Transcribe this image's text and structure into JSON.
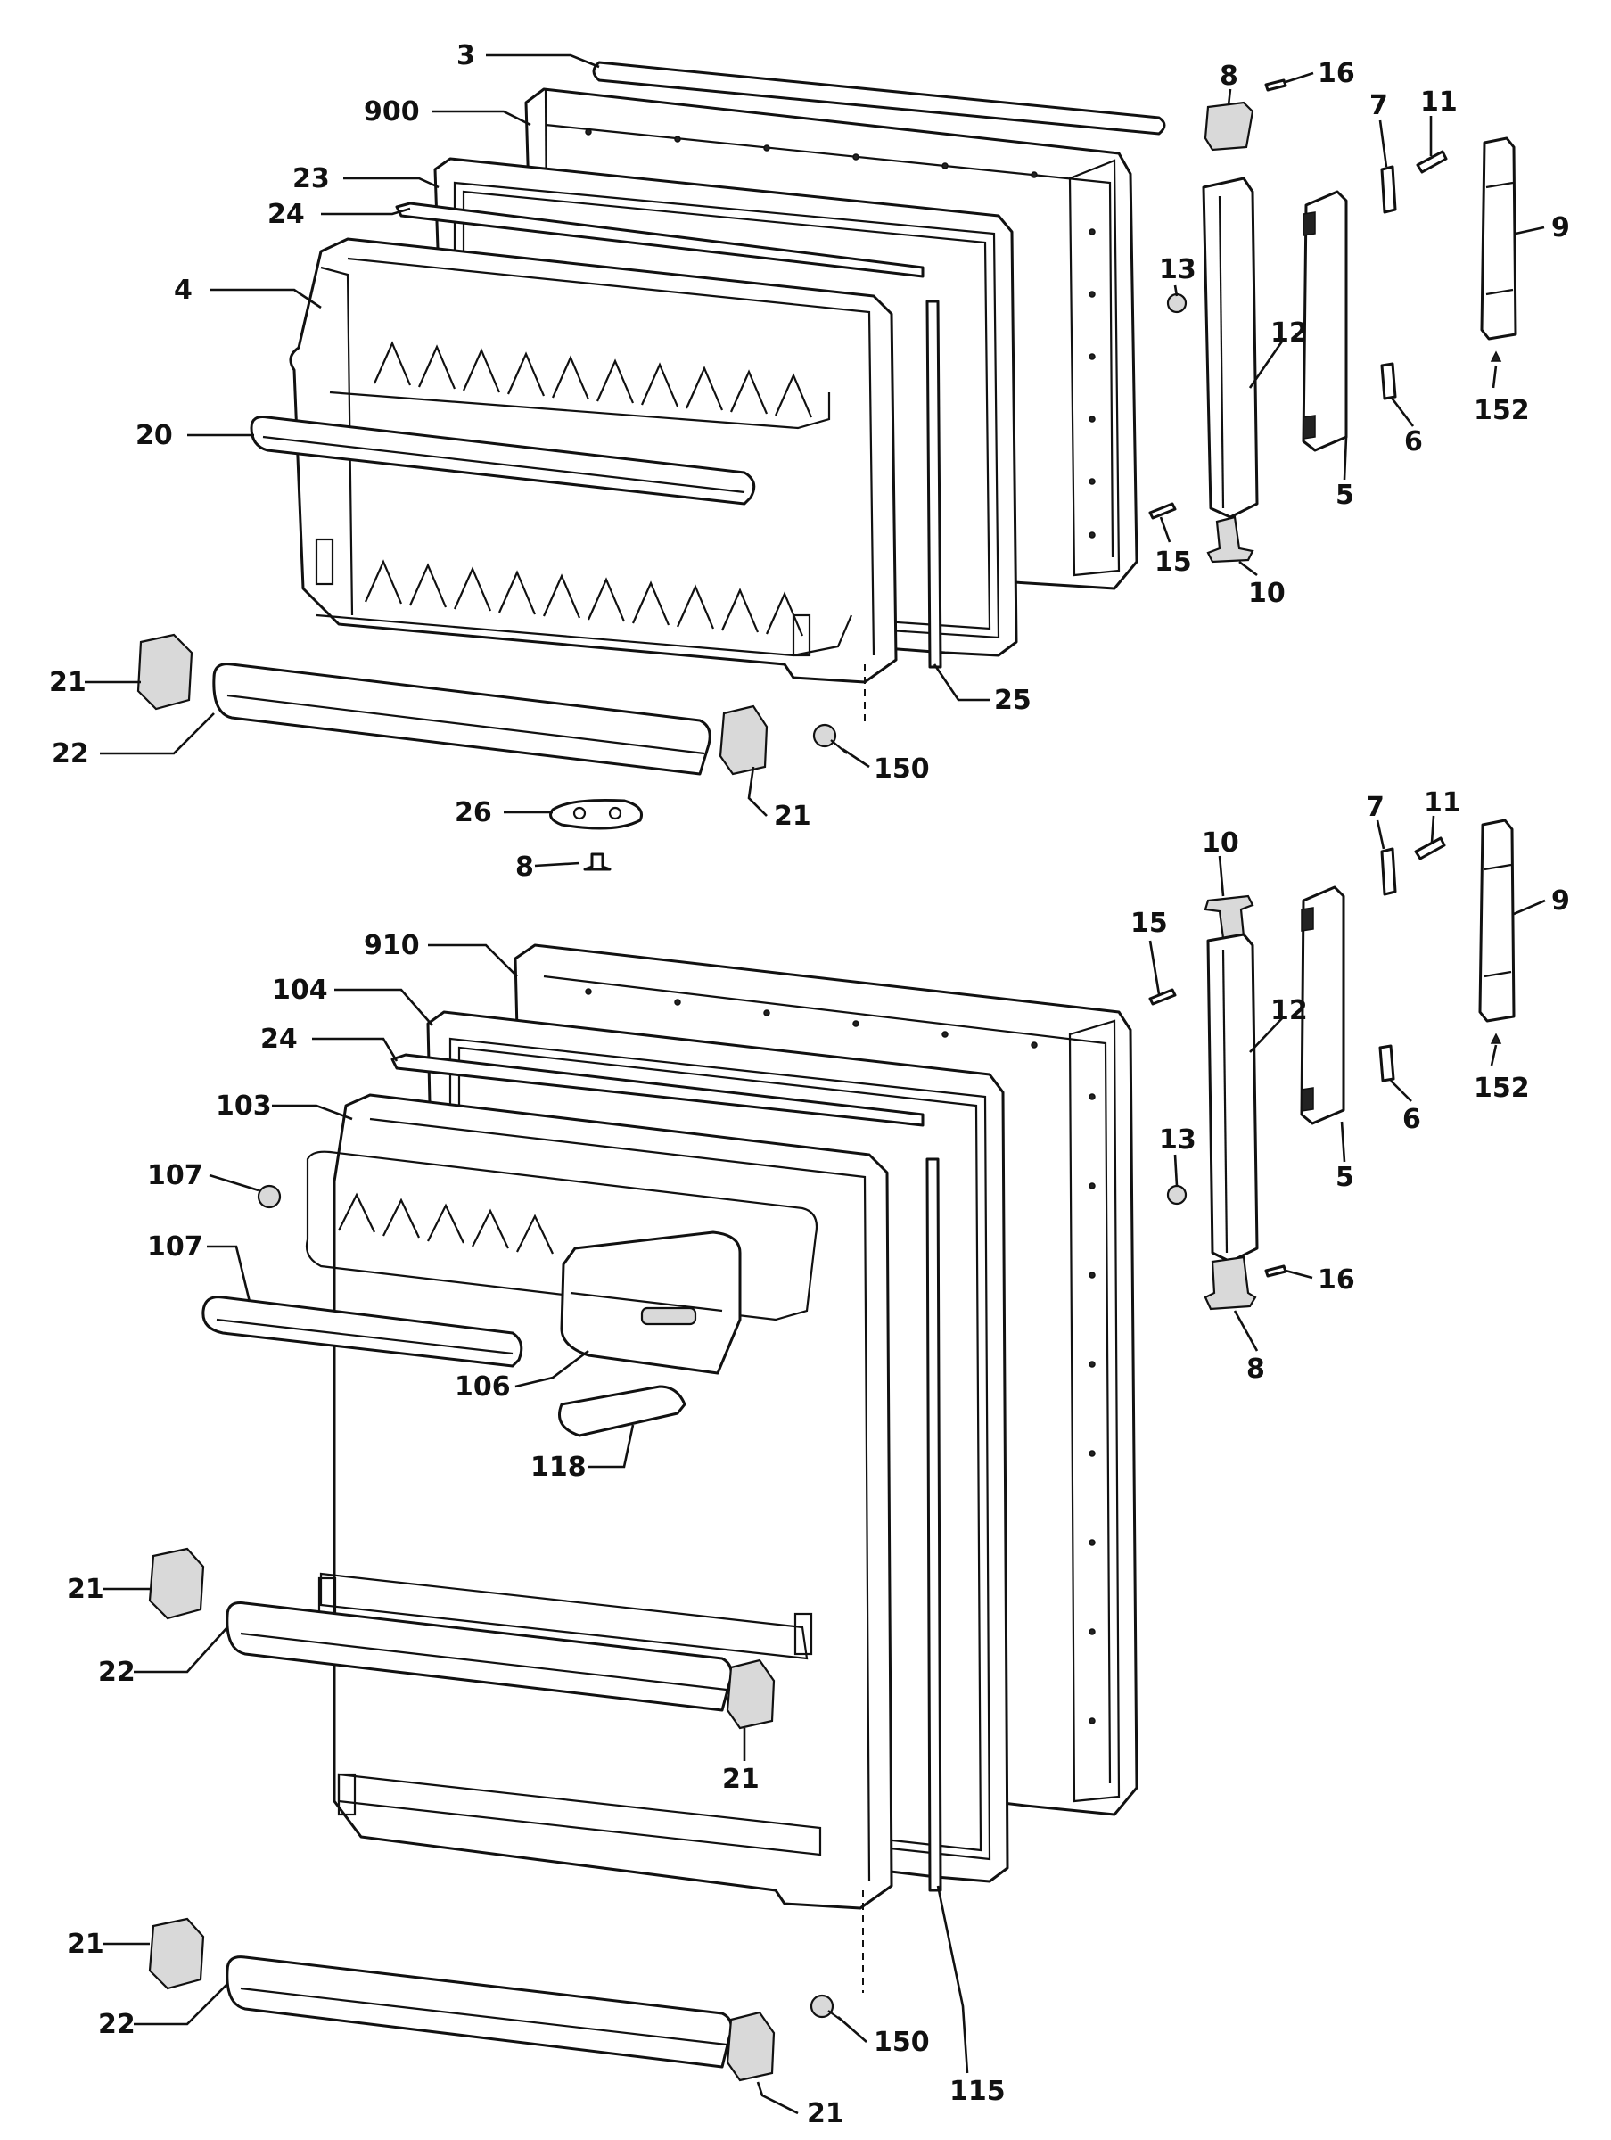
{
  "diagram": {
    "callouts": {
      "fz_3": "3",
      "fz_900": "900",
      "fz_23": "23",
      "fz_24": "24",
      "fz_4": "4",
      "fz_20": "20",
      "fz_21a": "21",
      "fz_22": "22",
      "fz_21b": "21",
      "fz_26": "26",
      "fz_8b": "8",
      "fz_25": "25",
      "fz_150": "150",
      "fz_8": "8",
      "fz_16": "16",
      "fz_7": "7",
      "fz_11": "11",
      "fz_9": "9",
      "fz_13": "13",
      "fz_12": "12",
      "fz_152": "152",
      "fz_6": "6",
      "fz_5": "5",
      "fz_15": "15",
      "fz_10": "10",
      "ff_910": "910",
      "ff_104": "104",
      "ff_24": "24",
      "ff_103": "103",
      "ff_107a": "107",
      "ff_107b": "107",
      "ff_106": "106",
      "ff_118": "118",
      "ff_21a": "21",
      "ff_22a": "22",
      "ff_21b": "21",
      "ff_21c": "21",
      "ff_22b": "22",
      "ff_21d": "21",
      "ff_115": "115",
      "ff_150": "150",
      "ff_10": "10",
      "ff_7": "7",
      "ff_11": "11",
      "ff_9": "9",
      "ff_15": "15",
      "ff_12": "12",
      "ff_13": "13",
      "ff_152": "152",
      "ff_6": "6",
      "ff_5": "5",
      "ff_16": "16",
      "ff_8": "8"
    }
  }
}
